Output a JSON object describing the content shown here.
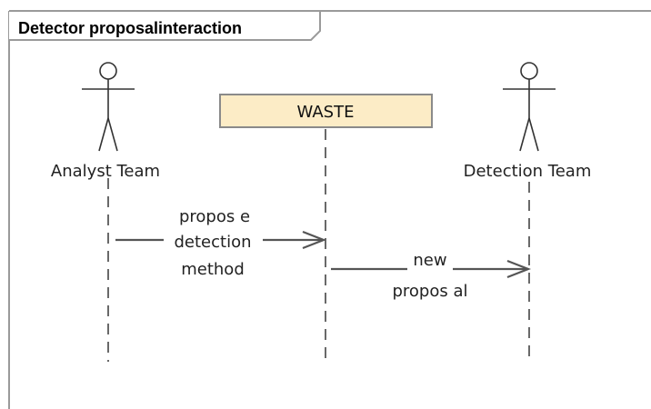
{
  "frame": {
    "title": "Detector proposalinteraction"
  },
  "actors": [
    {
      "name": "Analyst Team"
    },
    {
      "name": "Detection Team"
    }
  ],
  "lifeline_object": {
    "name": "WASTE",
    "fill_color": "#fcecc6",
    "border_color": "#8a8a8a"
  },
  "messages": [
    {
      "lines": [
        "propos e",
        "detection",
        "method"
      ]
    },
    {
      "lines": [
        "new",
        "propos al"
      ]
    }
  ]
}
